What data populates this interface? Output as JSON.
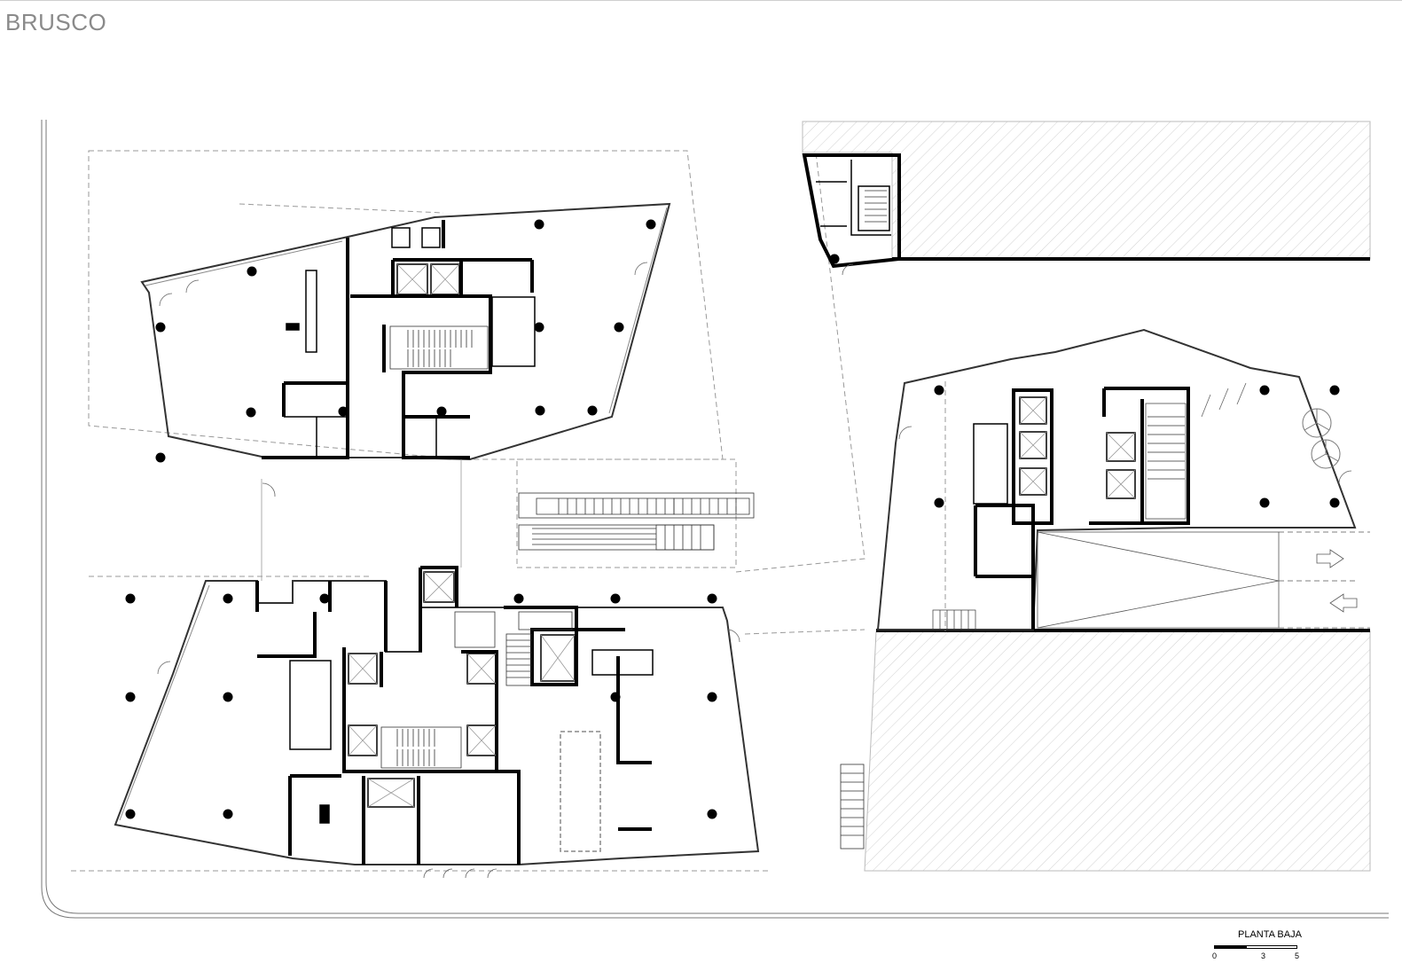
{
  "header": {
    "title": "BRUSCO"
  },
  "plan": {
    "label": "PLANTA BAJA"
  },
  "scale": {
    "ticks": [
      "0",
      "3",
      "5"
    ]
  }
}
